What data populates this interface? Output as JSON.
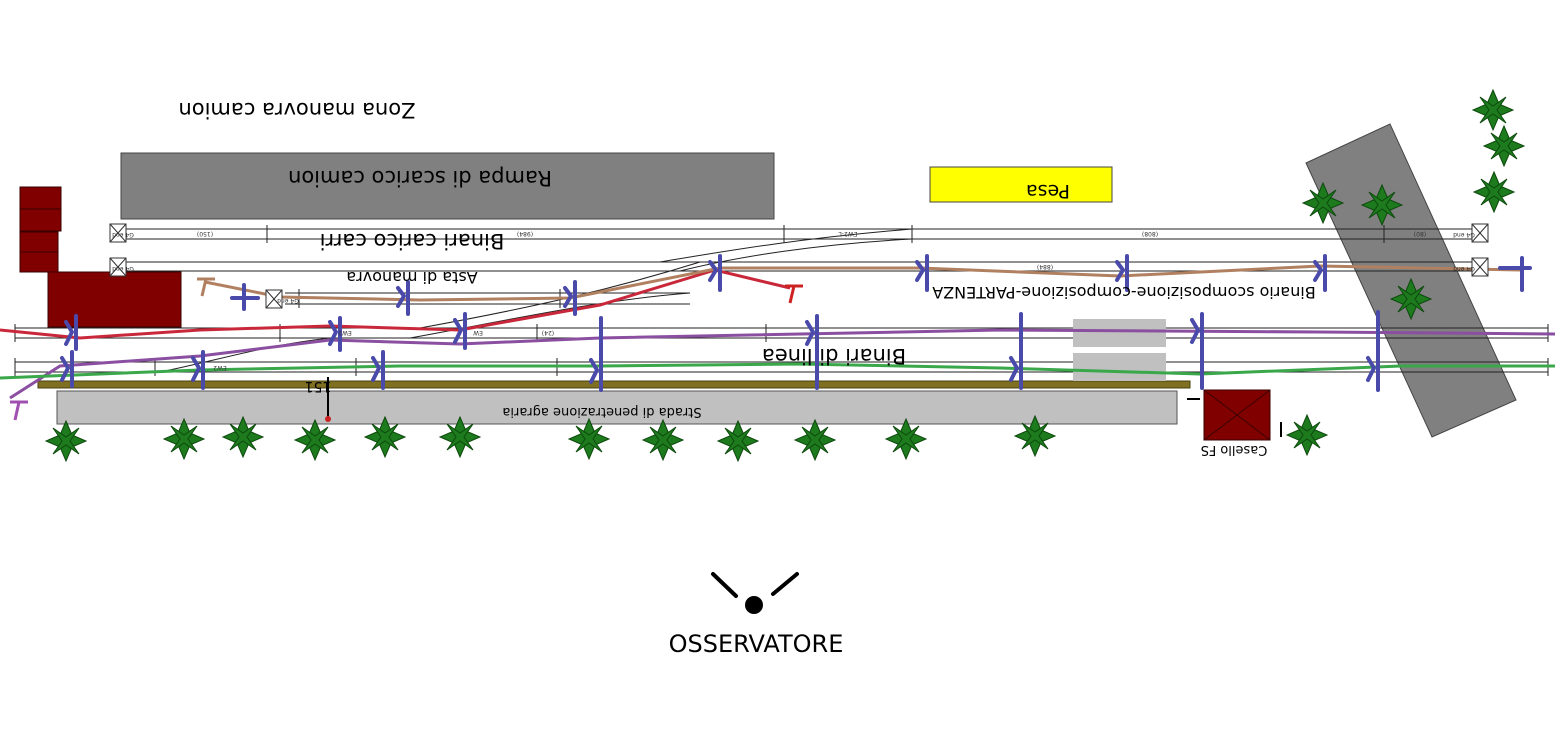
{
  "labels": {
    "zona_manovra": "Zona manovra camion",
    "rampa": "Rampa di scarico camion",
    "pesa": "Pesa",
    "binari_carico": "Binari carico carri",
    "asta_manovra": "Asta di manovra",
    "binario_scomposizione": "Binario scomposizione-composizione-PARTENZA",
    "binari_linea": "Binari di linea",
    "strada": "Strada di penetrazione agraria",
    "casello": "Casello FS",
    "signal_id": "151",
    "osservatore": "OSSERVATORE"
  },
  "small_labels": {
    "end_marker": "G4 end",
    "ew_left": "EW2-L",
    "ew_a": "EW2",
    "ew_b": "EW",
    "ew_c": "EW2",
    "seg_150": "(150)",
    "seg_984": "(984)",
    "seg_808": "(808)",
    "seg_80": "(80)",
    "seg_884": "(884)",
    "seg_24": "(24)"
  },
  "colors": {
    "building": "#800000",
    "ramp": "#808080",
    "scale": "#ffff00",
    "road": "#c0c0c0",
    "platform": "#7f6f20",
    "tree": "#1d7a1d",
    "route_red": "#c8283a",
    "route_purple": "#8a4fa0",
    "route_brown": "#b08060",
    "route_green": "#3aa84a",
    "signal_blue": "#4a4aaa",
    "terminal_red": "#cc2222",
    "terminal_brown": "#b08060",
    "terminal_purple": "#a050b0"
  },
  "icons": {
    "tree": "tree-icon",
    "buffer_stop": "buffer-stop-icon",
    "signal": "signal-icon",
    "observer": "observer-icon"
  }
}
